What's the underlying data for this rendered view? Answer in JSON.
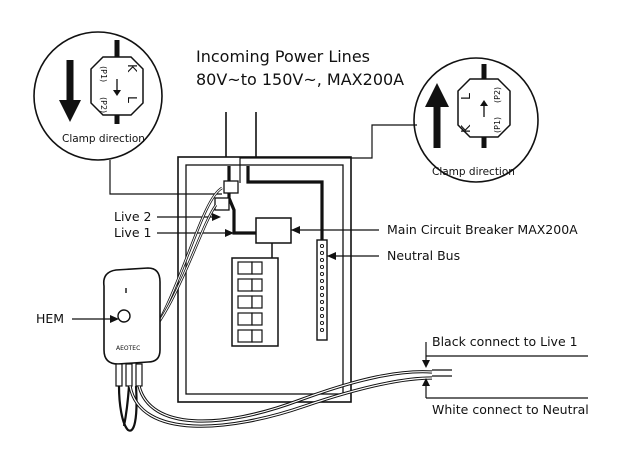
{
  "title": {
    "line1": "Incoming Power Lines",
    "line2": "80V~to 150V~, MAX200A"
  },
  "clamp_left": {
    "top_letter": "K",
    "top_sub": "(P1)",
    "bottom_letter": "L",
    "bottom_sub": "(P2)",
    "caption": "Clamp direction"
  },
  "clamp_right": {
    "top_letter": "L",
    "top_sub": "(P2)",
    "bottom_letter": "K",
    "bottom_sub": "(P1)",
    "caption": "Clamp direction"
  },
  "labels": {
    "live2": "Live 2",
    "live1": "Live 1",
    "main_breaker": "Main Circuit Breaker MAX200A",
    "neutral_bus": "Neutral Bus",
    "hem": "HEM",
    "black_connect": "Black connect to Live 1",
    "white_connect": "White connect to Neutral"
  },
  "device": {
    "brand": "AEOTEC"
  }
}
